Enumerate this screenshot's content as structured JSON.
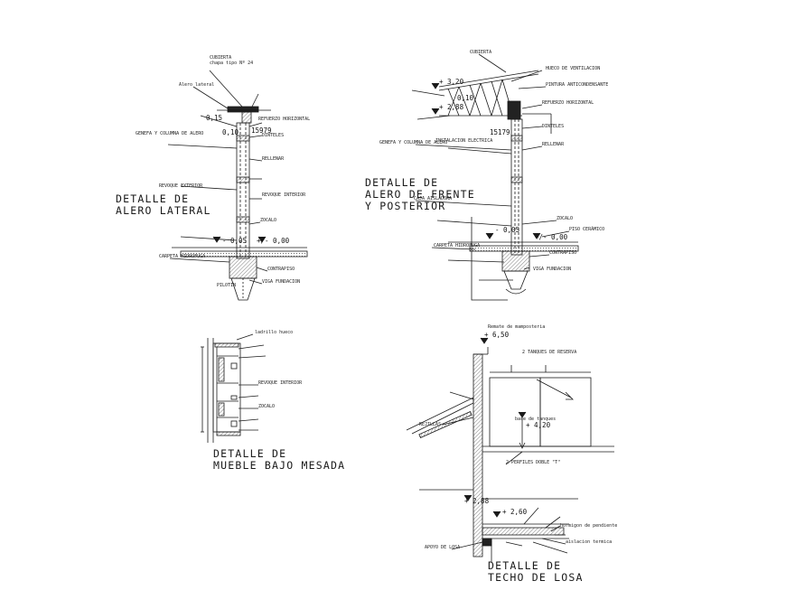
{
  "titles": {
    "alero_lateral": [
      "DETALLE DE",
      "ALERO LATERAL"
    ],
    "alero_frente": [
      "DETALLE DE",
      "ALERO DE FRENTE",
      "Y POSTERIOR"
    ],
    "mueble": [
      "DETALLE DE",
      "MUEBLE BAJO MESADA"
    ],
    "techo": [
      "DETALLE DE",
      "TECHO DE LOSA"
    ]
  },
  "levels": {
    "lat_neg": "- 0,05",
    "lat_zero": "+/- 0,00",
    "fre_neg": "- 0,05",
    "fre_zero": "+/- 0,00",
    "fre_320": "+ 3,20",
    "fre_288": "+ 2,88",
    "techo_650": "+ 6,50",
    "techo_420": "+ 4,20",
    "techo_288": "+ 2,88",
    "techo_260": "+ 2,60",
    "lat_015": "0,15",
    "lat_010": "0,10",
    "fre_010": "0,10"
  },
  "annotations": {
    "cubierta": "CUBIERTA",
    "chapa": "chapa tipo Nº 24",
    "alero_lat": "Alero lateral",
    "refuerzo": "REFUERZO HORIZONTAL",
    "dinteles": "DINTELES",
    "rellenar": "RELLENAR",
    "genefa": "GENEFA Y COLUMNA DE ALERO",
    "caja": "CAJA AISLADORA",
    "revoque_ext": "REVOQUE EXTERIOR",
    "revoque_int": "REVOQUE INTERIOR",
    "zocalo": "ZOCALO",
    "piso": "PISO CERÁMICO",
    "carpeta": "CARPETA HIDROFUGA",
    "contrapiso": "CONTRAPISO",
    "viga": "VIGA FUNDACION",
    "pilotin": "PILOTIN",
    "hueco": "HUECO DE VENTILACION",
    "pintura": "PINTURA ANTICONDENSANTE",
    "instalacion": "INSTALACION ELECTRICA",
    "tanques": "2 TANQUES DE RESERVA",
    "base_tanques": "base de tanques",
    "perfiles": "2 PERFILES DOBLE \"T\"",
    "ladrillo": "ladrillo hueco",
    "losa": "APOYO DE LOSA",
    "remate": "Remate de mamposteria",
    "rejillas": "REJILLAS",
    "hormigon": "hormigon de pendiente",
    "aislacion": "aislacion termica",
    "dim_lat": "15979",
    "dim_fre": "15179"
  },
  "colors": {
    "line": "#1a1a1a",
    "hatch": "#444444",
    "background": "#ffffff"
  }
}
